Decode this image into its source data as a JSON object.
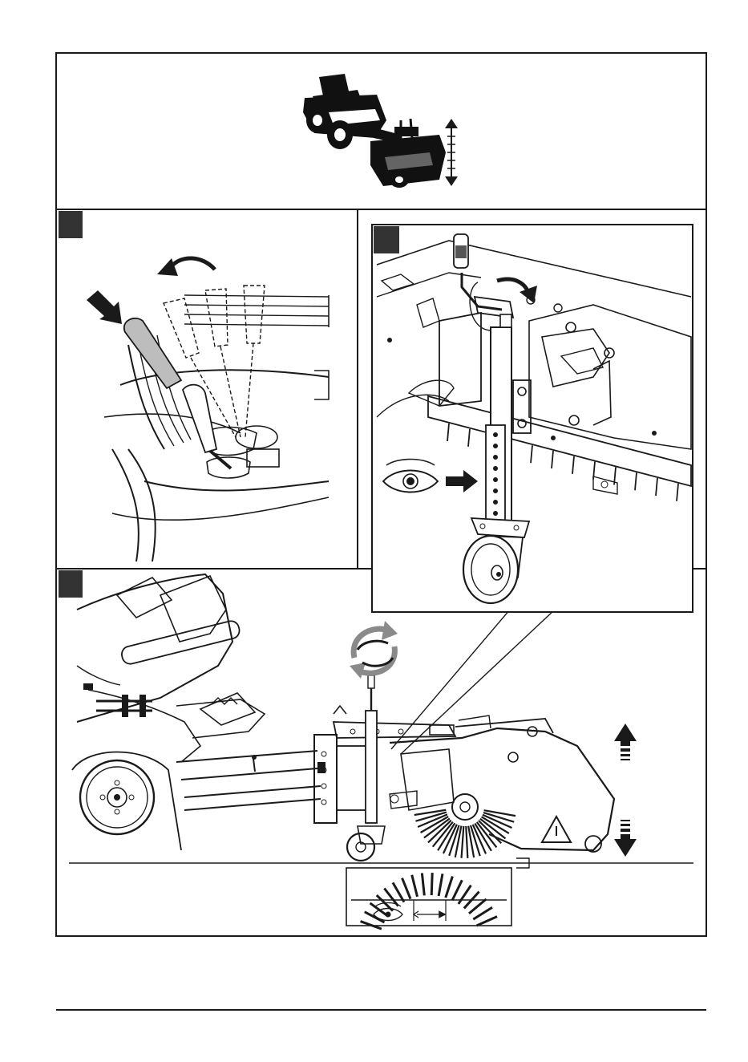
{
  "manual_page": {
    "sections": [
      {
        "id": "overview",
        "label": "",
        "content": "tractor-with-sweeper-height-adjustment"
      },
      {
        "id": "a",
        "label": "",
        "content": "lift-lever-raise"
      },
      {
        "id": "b",
        "label": "",
        "content": "support-wheel-height-holes"
      },
      {
        "id": "c",
        "label": "",
        "content": "side-view-brush-ground-contact"
      }
    ],
    "icons": {
      "overview_arrow": "up-down-arrow-icon",
      "lever_arrow": "curved-arrow-left-icon",
      "push_arrow": "push-arrow-icon",
      "handle_arrow": "curved-arrow-right-icon",
      "eye": "eye-icon",
      "rotate": "rotate-arrows-icon",
      "up": "arrow-up-icon",
      "down": "arrow-down-icon",
      "warning": "warning-triangle-icon",
      "measure": "measure-arrow-icon"
    },
    "colors": {
      "ink": "#1a1a1a",
      "paper": "#ffffff",
      "tab": "#333333",
      "handle_grey": "#bdbdbd",
      "rotate_grey": "#8a8a8a"
    }
  }
}
